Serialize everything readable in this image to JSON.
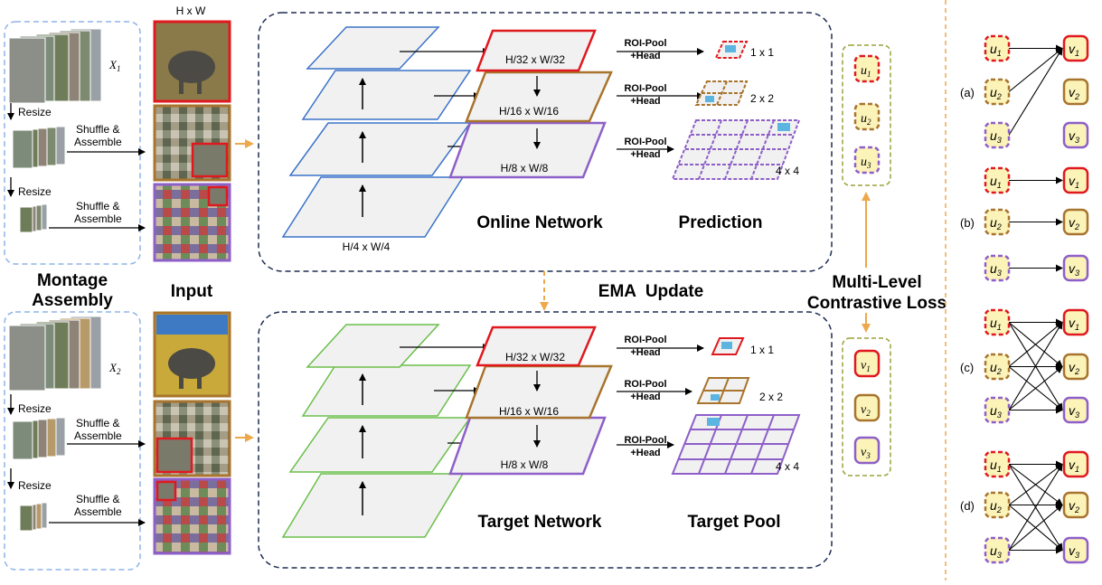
{
  "input": {
    "title": "H x W",
    "label": "Input"
  },
  "montage": {
    "label_line1": "Montage",
    "label_line2": "Assembly",
    "x1_base": "X",
    "x1_sub": "1",
    "x2_base": "X",
    "x2_sub": "2",
    "resize": "Resize",
    "shuffle_line1": "Shuffle &",
    "shuffle_line2": "Assemble"
  },
  "online": {
    "title": "Online Network",
    "prediction": "Prediction"
  },
  "target": {
    "title": "Target Network",
    "pool": "Target Pool"
  },
  "levels": {
    "h4": "H/4 x W/4",
    "h8": "H/8 x W/8",
    "h16": "H/16 x W/16",
    "h32": "H/32 x W/32"
  },
  "roi": {
    "line1": "ROI-Pool",
    "line2": "+Head"
  },
  "grids": {
    "g1": "1 x 1",
    "g2": "2 x 2",
    "g4": "4 x 4"
  },
  "ema": "EMA  Update",
  "loss": {
    "line1": "Multi-Level",
    "line2": "Contrastive Loss"
  },
  "nodes": {
    "u_base": "u",
    "v_base": "v",
    "s1": "1",
    "s2": "2",
    "s3": "3"
  },
  "panels": {
    "a": "(a)",
    "b": "(b)",
    "c": "(c)",
    "d": "(d)"
  },
  "colors": {
    "red": "#e0191f",
    "brown": "#a8742e",
    "purple": "#8e5fc9",
    "blue": "#3b73c8",
    "green": "#6abf4b",
    "orange": "#eda84a",
    "navy": "#1f2d52",
    "olive": "#9aa43a",
    "node_fill": "#fbf3b8"
  }
}
